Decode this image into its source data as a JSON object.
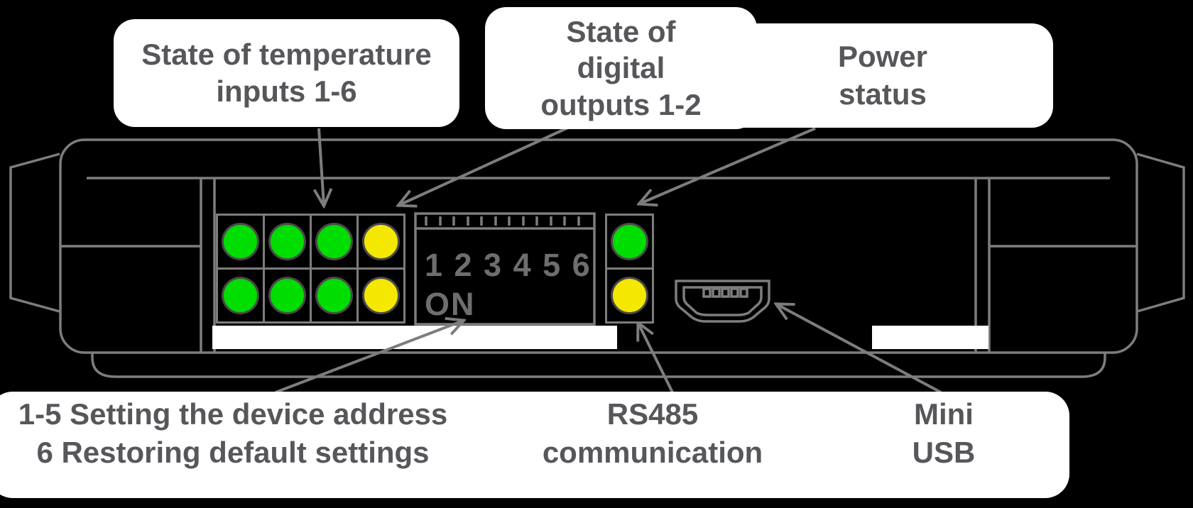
{
  "colors": {
    "background": "#000000",
    "callout_bg": "#ffffff",
    "label_text": "#56575a",
    "outline": "#7d7d7d",
    "dip_text": "#6e6e6e",
    "strip_white": "#ffffff",
    "led_green": "#00dd00",
    "led_yellow": "#f5e800",
    "led_ring": "#4a4a4a"
  },
  "callouts": {
    "temperature_inputs": "State of temperature\ninputs 1-6",
    "digital_outputs": "State of\ndigital\noutputs 1-2",
    "power_status": "Power\nstatus",
    "address_settings": "1-5 Setting the device address\n6 Restoring default settings",
    "rs485": "RS485\ncommunication",
    "mini_usb": "Mini\nUSB"
  },
  "panel": {
    "dip_numbers": "1 2 3 4 5 6",
    "dip_on_label": "ON",
    "led_grid": [
      [
        "green",
        "green",
        "green",
        "yellow"
      ],
      [
        "green",
        "green",
        "green",
        "yellow"
      ]
    ],
    "power_leds": [
      "green",
      "yellow"
    ]
  }
}
